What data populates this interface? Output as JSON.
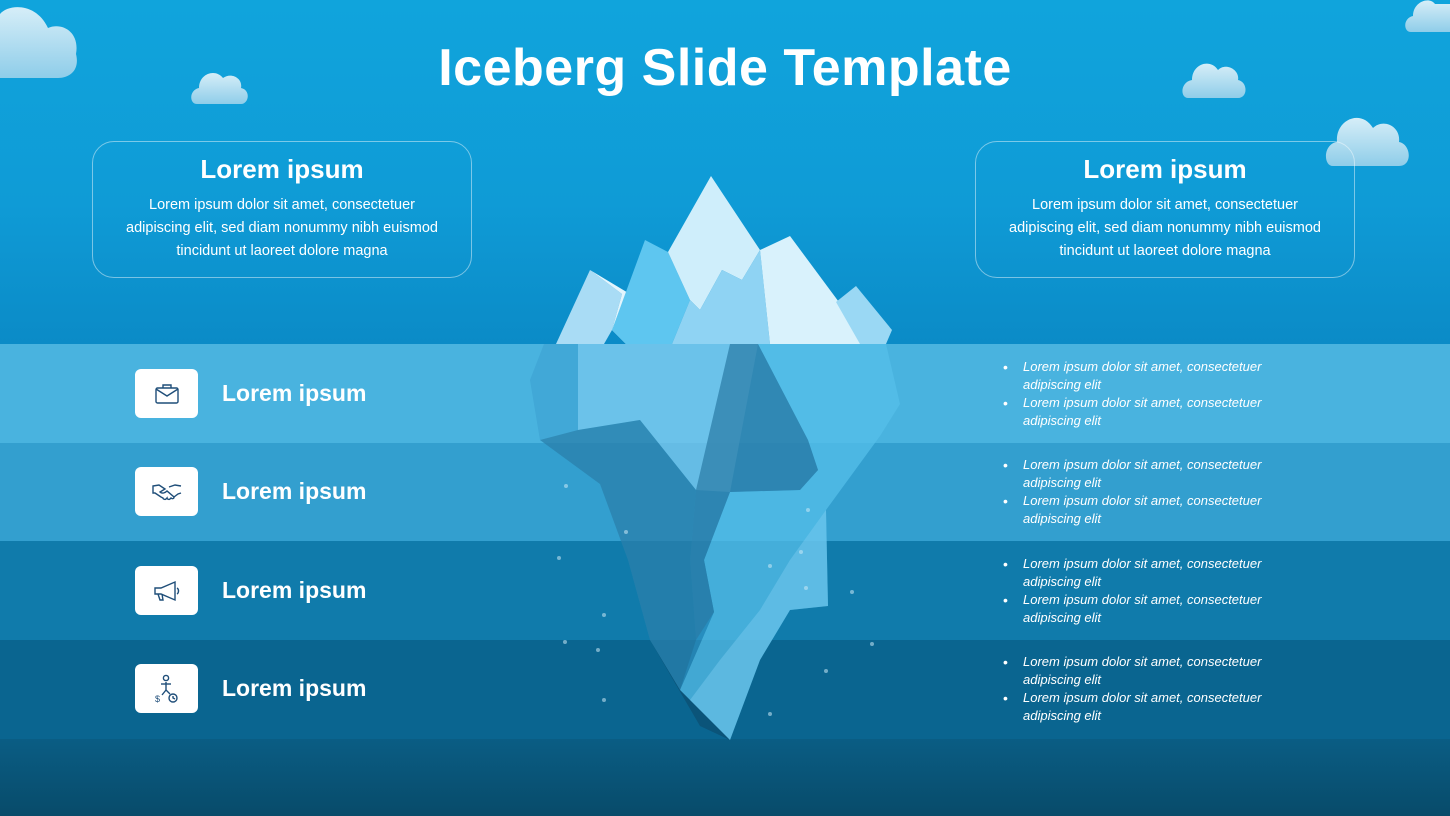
{
  "title": "Iceberg Slide Template",
  "boxes": [
    {
      "title": "Lorem ipsum",
      "text": "Lorem ipsum dolor sit amet, consectetuer adipiscing elit, sed diam nonummy nibh euismod tincidunt ut laoreet dolore magna"
    },
    {
      "title": "Lorem ipsum",
      "text": "Lorem ipsum dolor sit amet, consectetuer adipiscing elit, sed diam nonummy nibh euismod tincidunt ut laoreet dolore magna"
    }
  ],
  "rows": [
    {
      "icon": "briefcase-icon",
      "label": "Lorem ipsum",
      "bullets": [
        "Lorem ipsum dolor sit amet, consectetuer adipiscing elit",
        "Lorem ipsum dolor sit amet, consectetuer adipiscing elit"
      ]
    },
    {
      "icon": "handshake-icon",
      "label": "Lorem ipsum",
      "bullets": [
        "Lorem ipsum dolor sit amet, consectetuer adipiscing elit",
        "Lorem ipsum dolor sit amet, consectetuer adipiscing elit"
      ]
    },
    {
      "icon": "megaphone-icon",
      "label": "Lorem ipsum",
      "bullets": [
        "Lorem ipsum dolor sit amet, consectetuer adipiscing elit",
        "Lorem ipsum dolor sit amet, consectetuer adipiscing elit"
      ]
    },
    {
      "icon": "person-money-icon",
      "label": "Lorem ipsum",
      "bullets": [
        "Lorem ipsum dolor sit amet, consectetuer adipiscing elit",
        "Lorem ipsum dolor sit amet, consectetuer adipiscing elit"
      ]
    }
  ],
  "colors": {
    "sky": "#10a4dc",
    "band_1": "#49b3df",
    "band_2": "#339fcf",
    "band_3": "#107bab",
    "band_4": "#0a6590",
    "icon_stroke": "#1f4e79"
  }
}
